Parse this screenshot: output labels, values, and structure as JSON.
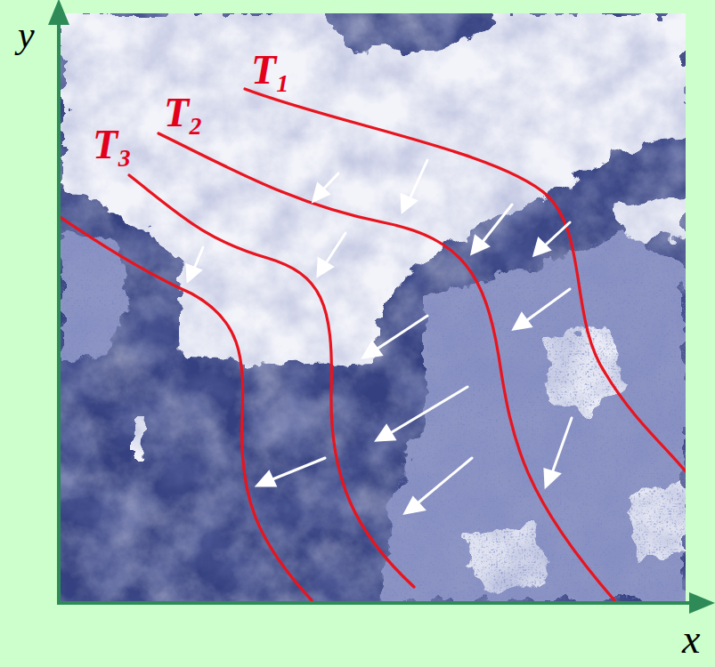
{
  "diagram": {
    "labels": [
      "y",
      "x",
      "T₁",
      "T₂",
      "T₃"
    ]
  }
}
